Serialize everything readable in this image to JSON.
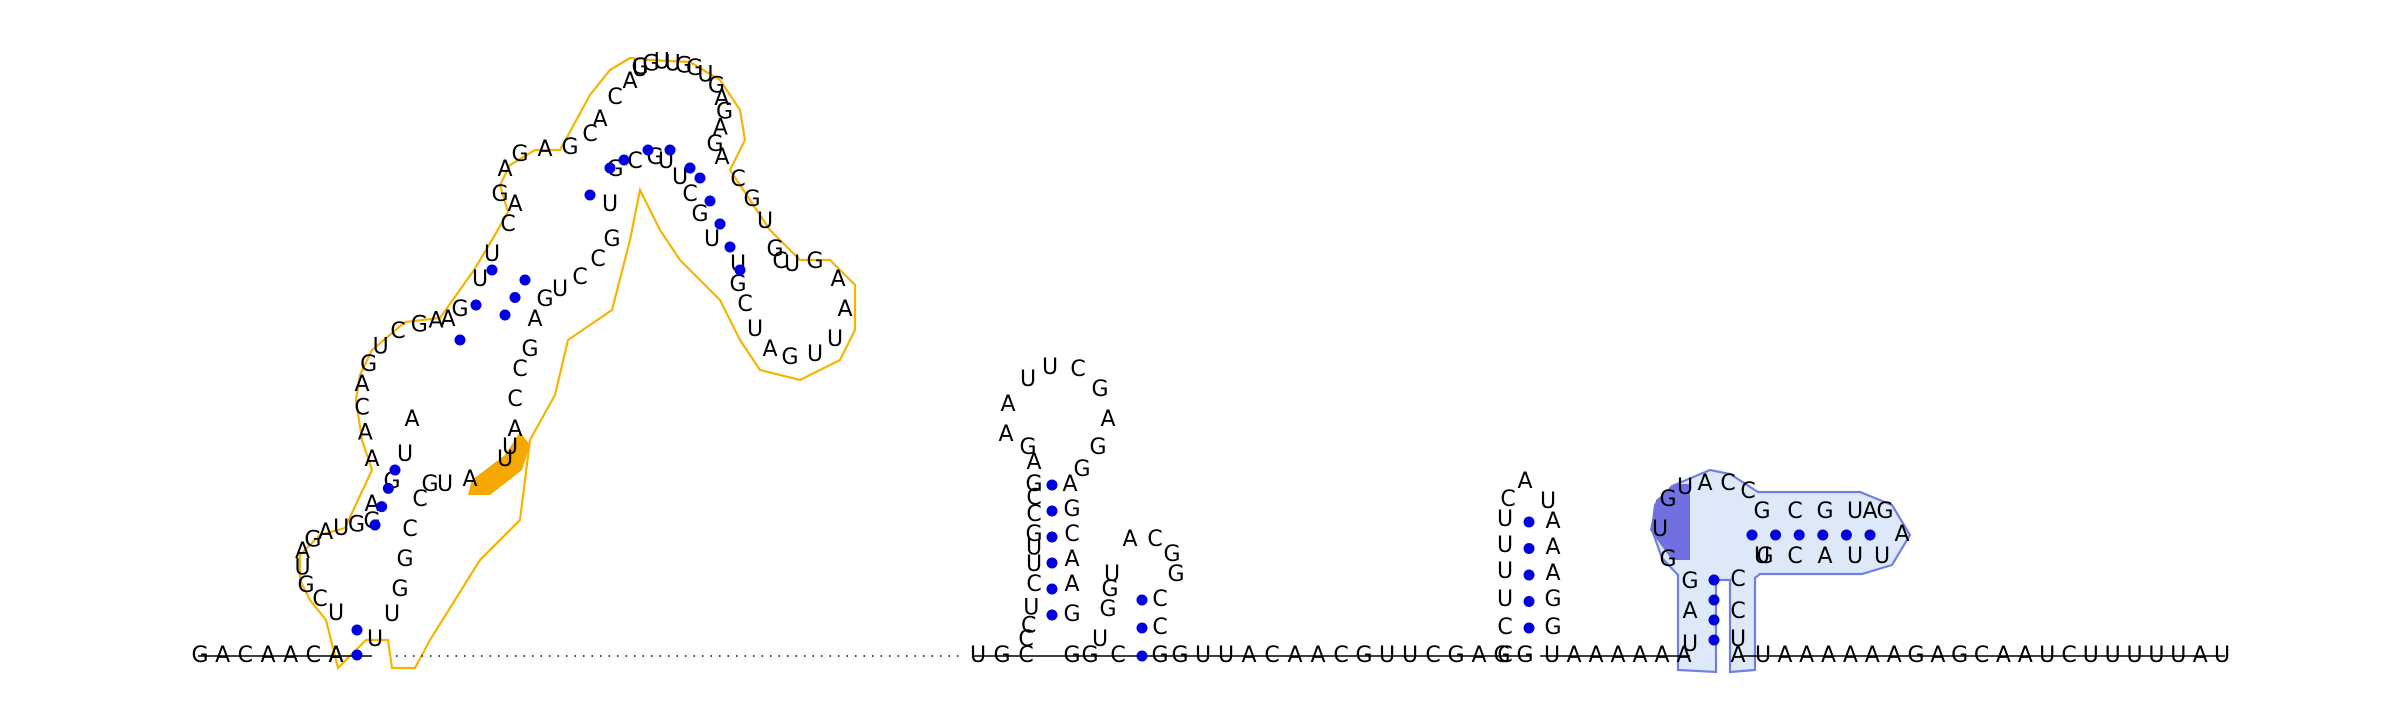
{
  "sequence": "GACAACAUCGUAGAUGGAGUAAACAGUCGAAGUUCAGAGAGCACAUGGUUGGUGAGAGACGUGCUGAAUUGAUCGUUGCUUGCGUGCCUGAGCCAUUAUGCCGGUUACAACGUUCGAGGCUUAUCAUUUAAAAAAUAGAUCGCGUAGCUUACACGUACUUCUAAAAAAGAGCAAUCUUUUUAU",
  "strands": {
    "left_tail": "G A C A A C A",
    "right_tail": "U A A A A A A G A G C A A U C U U U U U A U",
    "linker_a": "G U U A C A A C G U U C G A G G",
    "linker_b": "U A A A A A A"
  },
  "domains": [
    {
      "id": "orange-domain",
      "outline": "#f5b400",
      "fill": "#fff7d6",
      "highlight": "#f5a800"
    },
    {
      "id": "blue-domain",
      "outline": "#7080e0",
      "fill": "#dde8f8",
      "highlight": "#7070e0"
    }
  ],
  "colors": {
    "pair_dot": "#0000e0",
    "letter": "#000000",
    "backbone": "#000000"
  }
}
